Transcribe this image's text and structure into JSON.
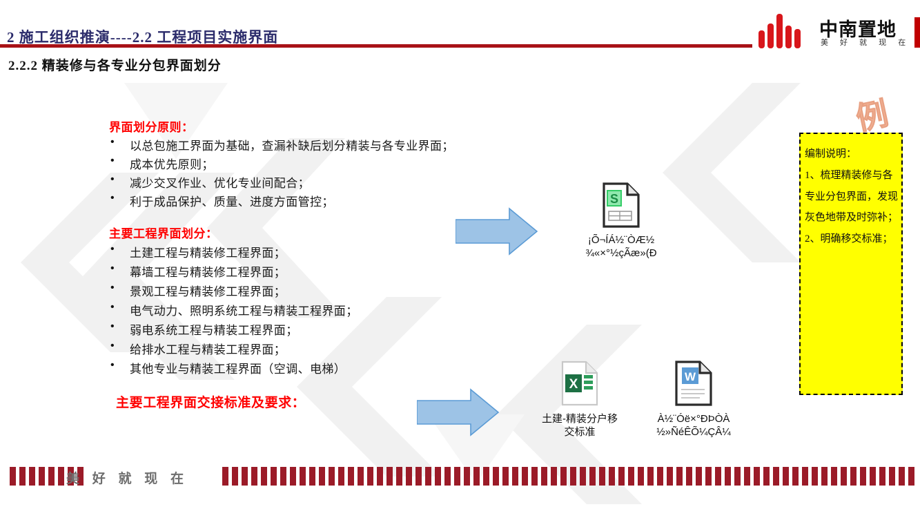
{
  "header": {
    "slide_title": "2 施工组织推演----2.2 工程项目实施界面",
    "section_heading": "2.2.2 精装修与各专业分包界面划分",
    "rule_color": "#A81217",
    "title_color": "#2B2B6B"
  },
  "logo": {
    "name_cn": "中南置地",
    "tagline": "美 好 就 现 在",
    "bar_color": "#D8161B"
  },
  "principles": {
    "heading": "界面划分原则：",
    "bullet_char": "•",
    "items": [
      "以总包施工界面为基础，查漏补缺后划分精装与各专业界面；",
      "成本优先原则；",
      "减少交叉作业、优化专业间配合；",
      "利于成品保护、质量、进度方面管控；"
    ]
  },
  "divisions": {
    "heading": "主要工程界面划分：",
    "bullet_char": "•",
    "items": [
      "土建工程与精装修工程界面；",
      "幕墙工程与精装修工程界面；",
      "景观工程与精装修工程界面；",
      "电气动力、照明系统工程与精装工程界面；",
      "弱电系统工程与精装工程界面；",
      "给排水工程与精装工程界面；",
      "其他专业与精装工程界面（空调、电梯）"
    ]
  },
  "standards_heading": "主要工程界面交接标准及要求：",
  "arrows": [
    {
      "name": "arrow-to-spreadsheet",
      "fill": "#9DC3E6",
      "stroke": "#5B9BD5"
    },
    {
      "name": "arrow-to-documents",
      "fill": "#9DC3E6",
      "stroke": "#5B9BD5"
    }
  ],
  "files": [
    {
      "icon": "spreadsheet-file-icon",
      "icon_letter": "S",
      "icon_color": "#33CC66",
      "caption_line1": "¡Õ¬ÍÁ½¨ÒÆ½",
      "caption_line2": "¾«×°½çÃæ»(Ð"
    },
    {
      "icon": "excel-file-icon",
      "icon_letter": "X",
      "icon_color": "#1D7044",
      "caption_line1": "土建-精装分户移",
      "caption_line2": "交标准"
    },
    {
      "icon": "word-file-icon",
      "icon_letter": "W",
      "icon_color": "#2B579A",
      "caption_line1": "À½¨Óë×°ÐÞÒÀ",
      "caption_line2": "½»ÑéÊÕ¼ÇÂ¼"
    }
  ],
  "note": {
    "stamp": "例",
    "stamp_color": "#F6B89A",
    "background": "#FFFF00",
    "lines": [
      "编制说明：",
      "1、梳理精装修与各",
      "专业分包界面，发现",
      "灰色地带及时弥补；",
      "2、明确移交标准；"
    ]
  },
  "footer": {
    "word": "美 好 就 现 在",
    "stripe_color": "#9B1B28"
  }
}
